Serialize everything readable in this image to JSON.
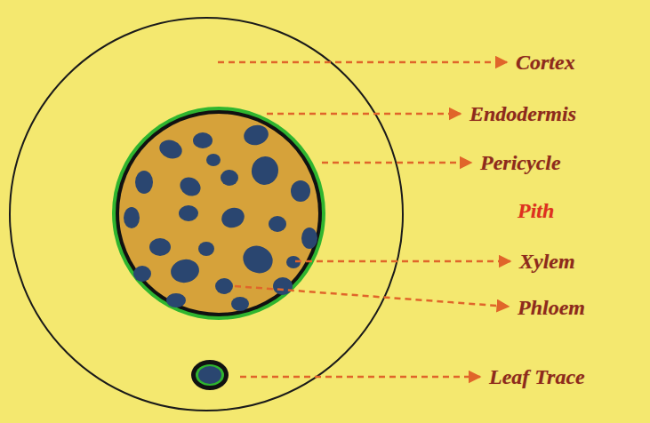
{
  "diagram": {
    "labels": [
      "Cortex",
      "Endodermis",
      "Pericycle",
      "Pith",
      "Xylem",
      "Phloem",
      "Leaf Trace"
    ]
  }
}
